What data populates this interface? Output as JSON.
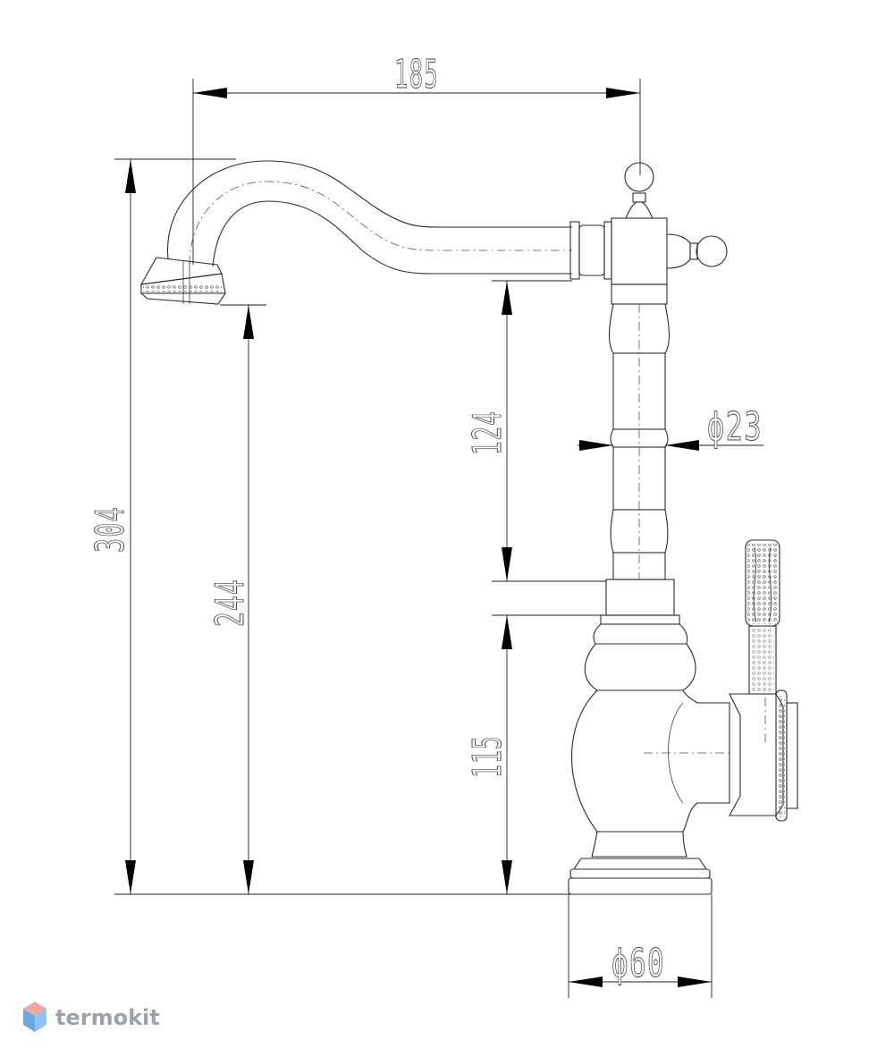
{
  "dimensions": {
    "width_top": "185",
    "total_height": "304",
    "spout_height": "244",
    "body_upper": "124",
    "body_lower": "115",
    "column_diameter": "ϕ23",
    "base_diameter": "ϕ60"
  },
  "brand": {
    "name": "termokit",
    "colors": {
      "top": "#f2a7a7",
      "right": "#8fc4f0",
      "left": "#6aa9e0"
    }
  }
}
